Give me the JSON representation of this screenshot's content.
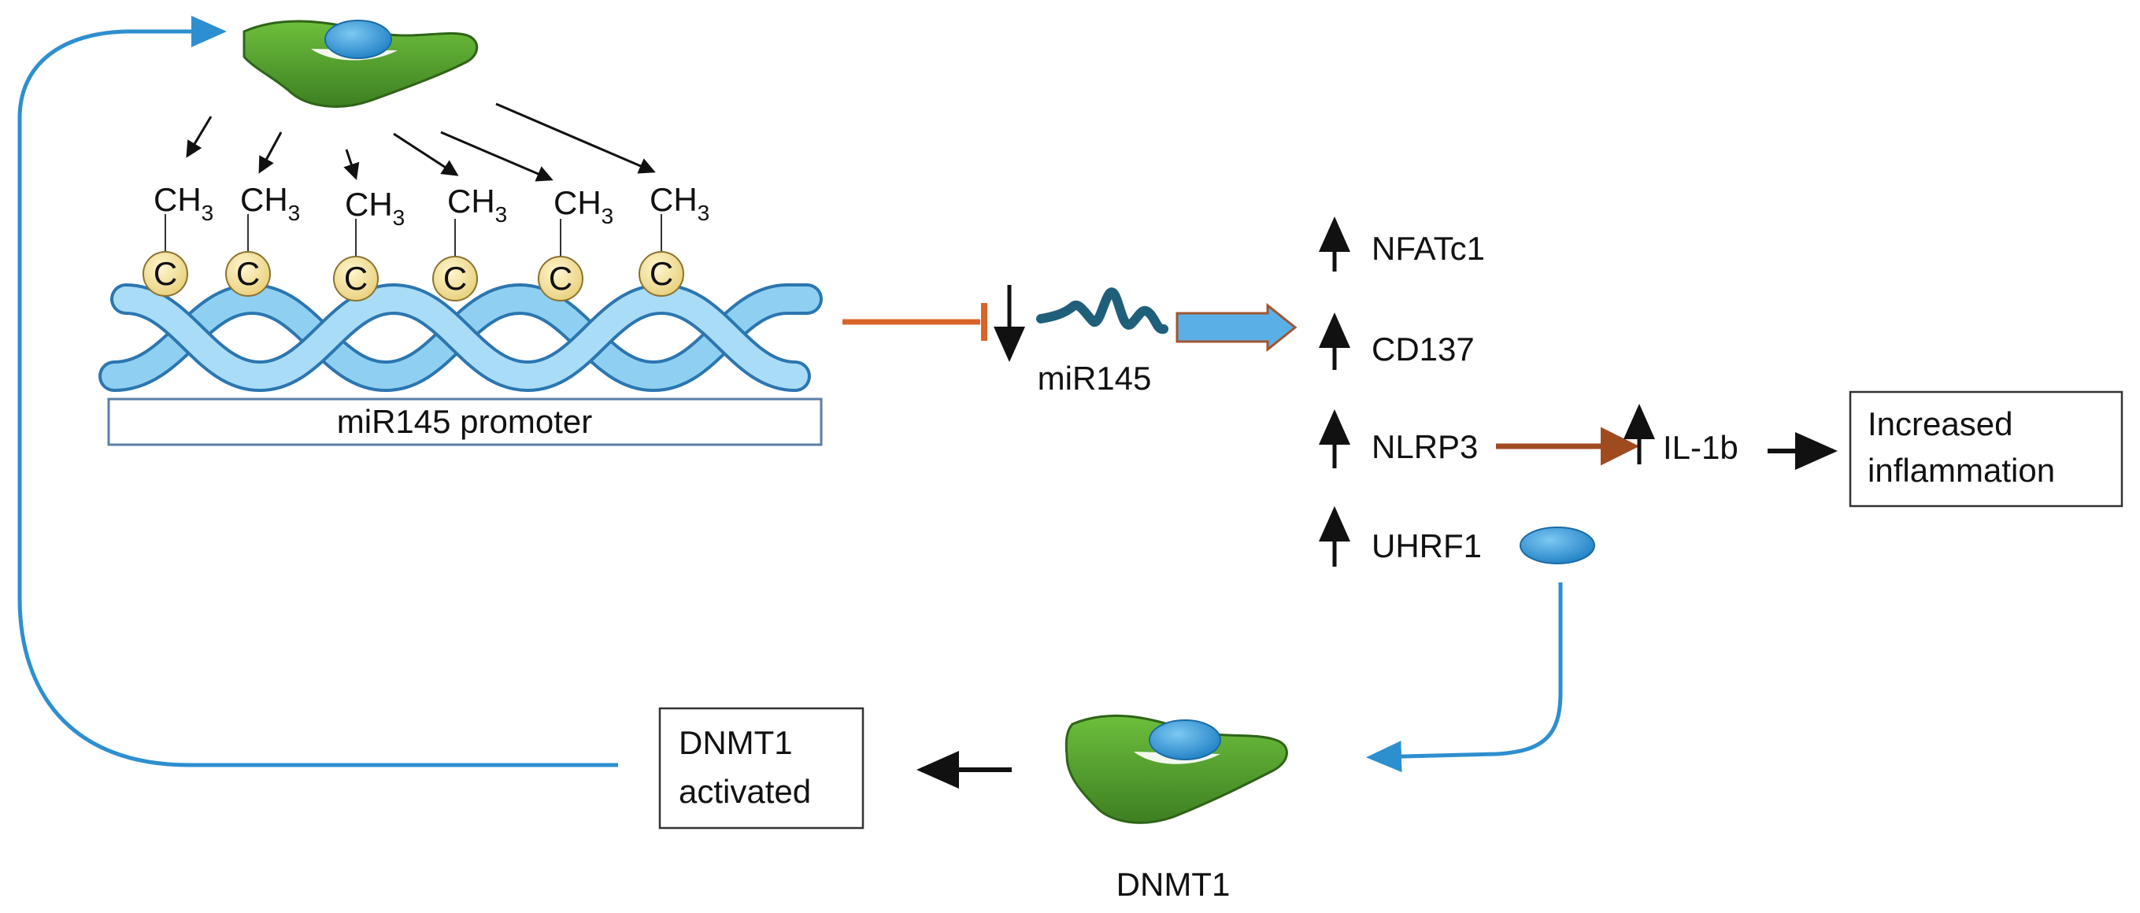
{
  "promoter": {
    "label": "miR145 promoter"
  },
  "methyl_groups": [
    {
      "base": "CH",
      "subscript": "3",
      "nucleotide": "C"
    },
    {
      "base": "CH",
      "subscript": "3",
      "nucleotide": "C"
    },
    {
      "base": "CH",
      "subscript": "3",
      "nucleotide": "C"
    },
    {
      "base": "CH",
      "subscript": "3",
      "nucleotide": "C"
    },
    {
      "base": "CH",
      "subscript": "3",
      "nucleotide": "C"
    },
    {
      "base": "CH",
      "subscript": "3",
      "nucleotide": "C"
    }
  ],
  "mirna": {
    "label": "miR145"
  },
  "targets": {
    "nfatc1": "NFATc1",
    "cd137": "CD137",
    "nlrp3": "NLRP3",
    "uhrf1": "UHRF1"
  },
  "il1b": {
    "label": "IL-1b"
  },
  "outcome": {
    "line1": "Increased",
    "line2": "inflammation"
  },
  "dnmt1": {
    "label": "DNMT1"
  },
  "activated_box": {
    "line1": "DNMT1",
    "line2": "activated"
  },
  "colors": {
    "enzyme_green": "#4e9a2c",
    "enzyme_blue": "#2f95d6",
    "dna_blue": "#8fd0f2",
    "nucleotide_fill": "#f6e6a6",
    "inhibit_orange": "#d8642a",
    "nlrp3_arrow_brown": "#a04a20",
    "cycle_blue": "#2d8fd0",
    "mirna_teal": "#1f5f7a",
    "promoter_border": "#5a7ea8"
  }
}
